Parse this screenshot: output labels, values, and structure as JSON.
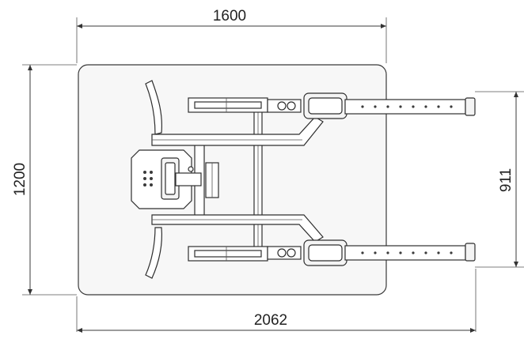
{
  "dimensions": {
    "top_width": "1600",
    "left_height": "1200",
    "right_depth": "911",
    "bottom_length": "2062"
  },
  "colors": {
    "line": "#3a3a3a",
    "background": "#ffffff",
    "base_plate_fill": "#f7f7f7"
  }
}
